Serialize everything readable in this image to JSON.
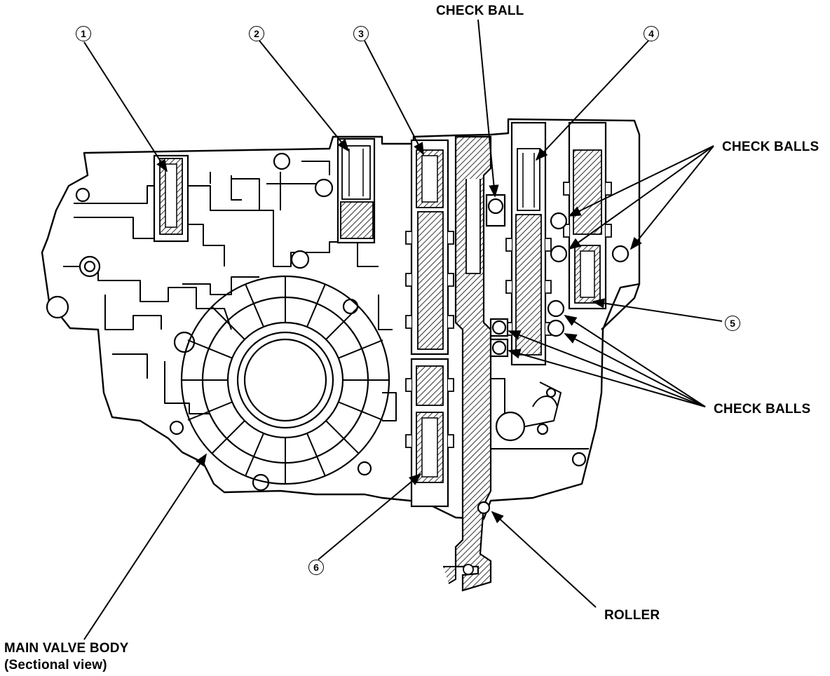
{
  "callouts": {
    "n1": "1",
    "n2": "2",
    "n3": "3",
    "n4": "4",
    "n5": "5",
    "n6": "6"
  },
  "labels": {
    "check_ball": "CHECK BALL",
    "check_balls_upper": "CHECK BALLS",
    "check_balls_lower": "CHECK BALLS",
    "roller": "ROLLER",
    "main_valve_body_line1": "MAIN VALVE BODY",
    "main_valve_body_line2": "(Sectional view)"
  },
  "colors": {
    "ink": "#000000",
    "paper": "#ffffff"
  }
}
